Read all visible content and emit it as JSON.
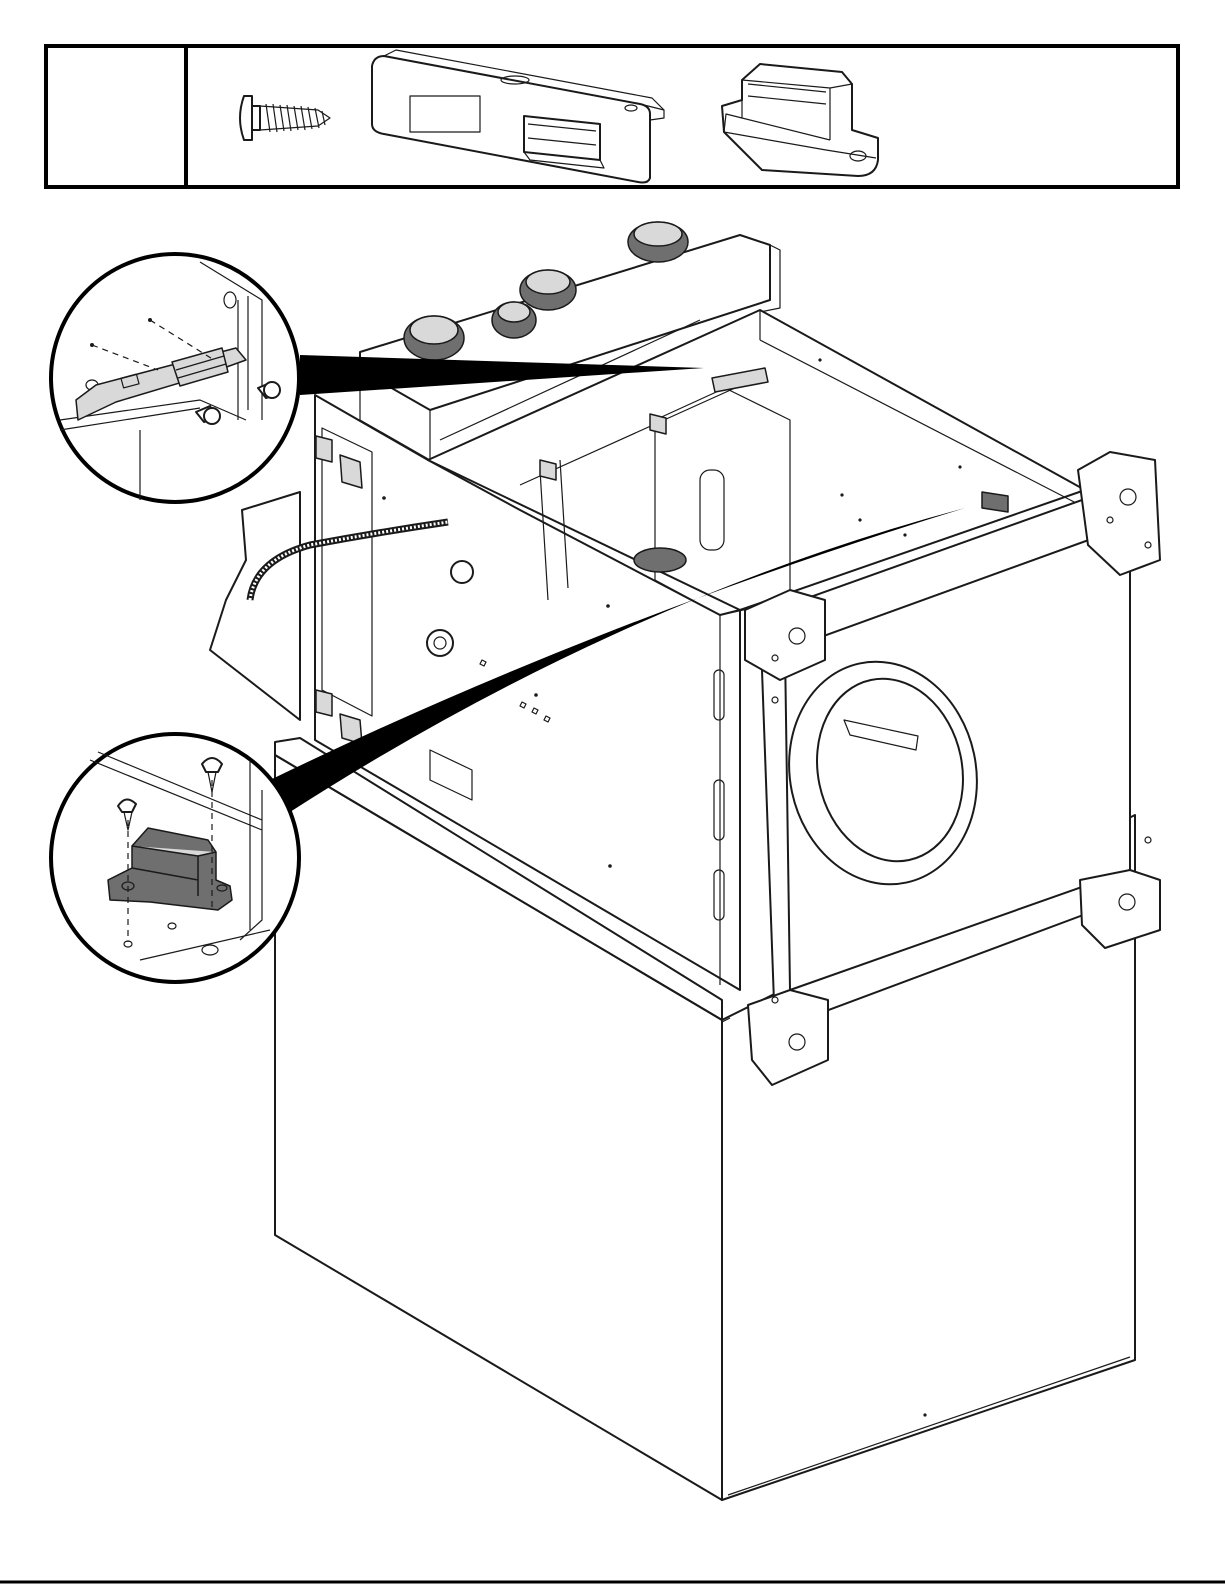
{
  "parts_panel": {
    "step_label": "",
    "parts": [
      {
        "icon": "screw-icon"
      },
      {
        "icon": "latch-bracket-icon"
      },
      {
        "icon": "magnetic-catch-icon"
      }
    ]
  },
  "views": {
    "main": "cabinet-frame-assembly",
    "detail_top": "latch-bracket-detail",
    "detail_bottom": "magnetic-catch-detail"
  },
  "colors": {
    "line": "#1a1a1a",
    "leader": "#000000",
    "part_fill": "#d9d9d9",
    "dark_fill": "#6f6f6f"
  }
}
